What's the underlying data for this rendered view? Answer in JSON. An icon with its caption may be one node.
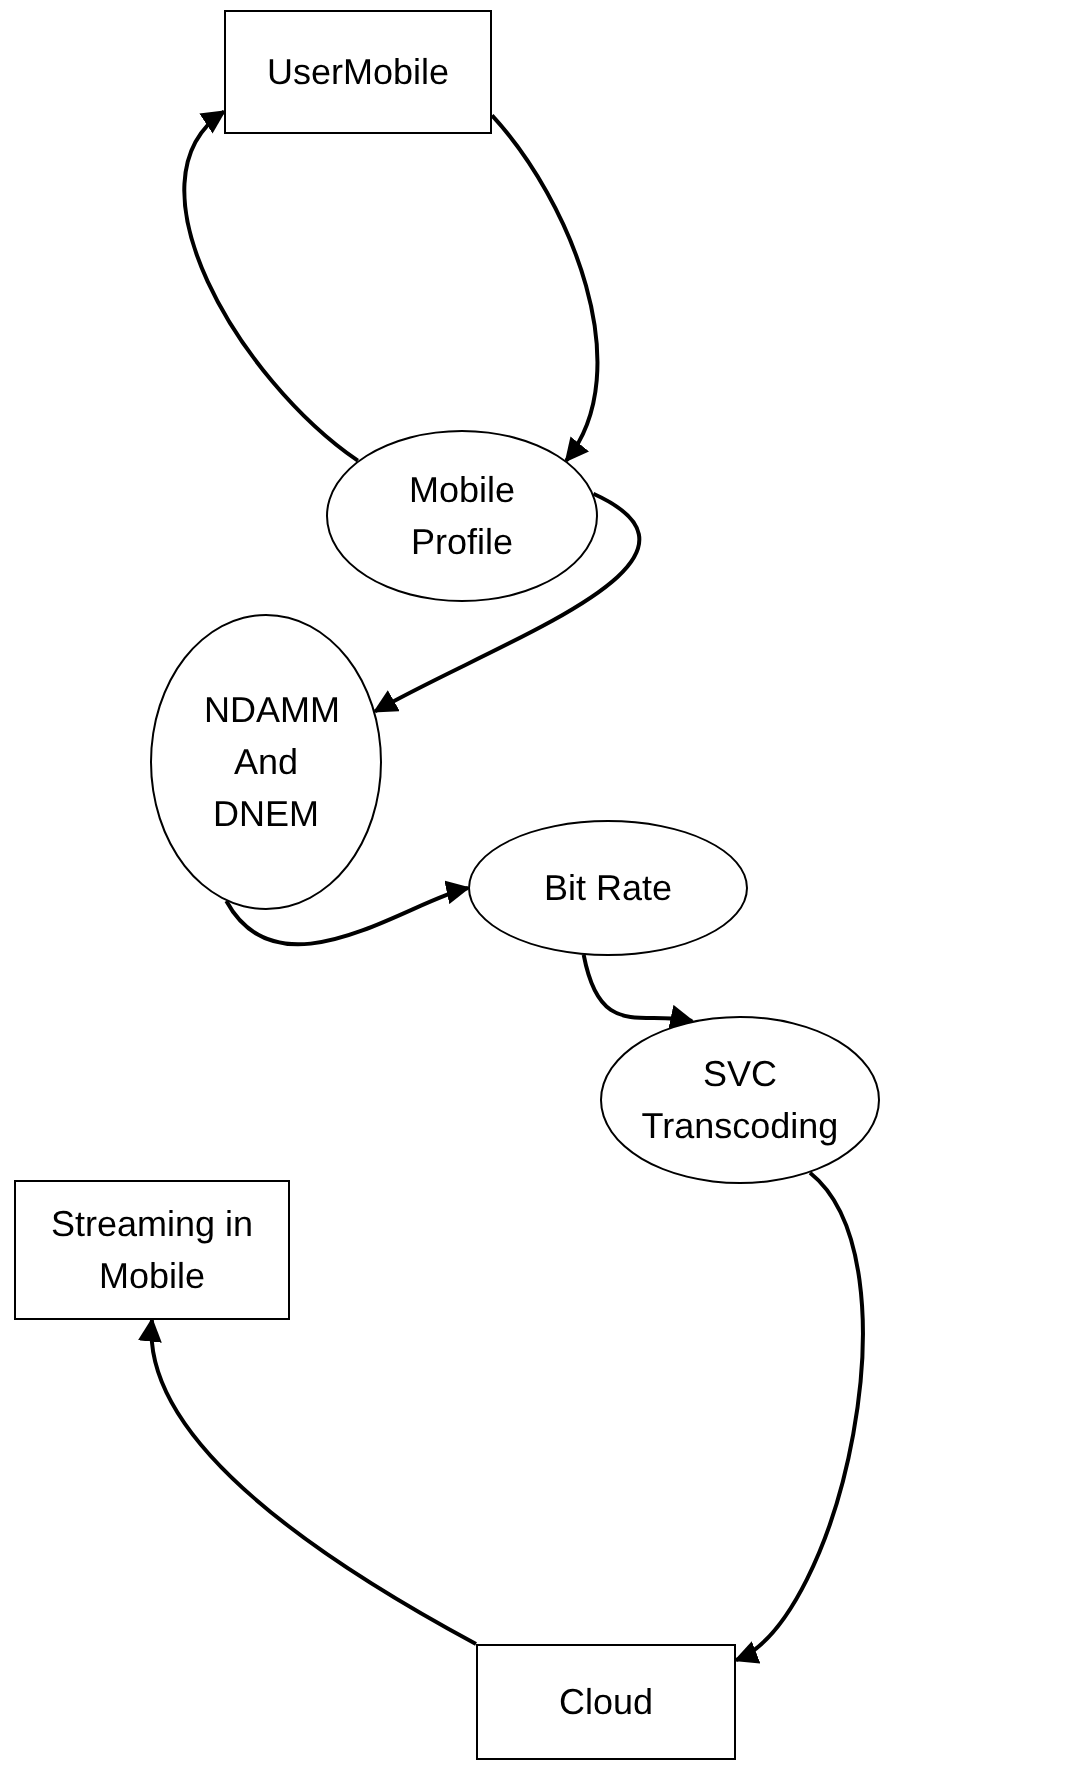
{
  "diagram": {
    "nodes": [
      {
        "text": [
          "UserMobile"
        ]
      },
      {
        "text": [
          "Mobile Profile"
        ]
      },
      {
        "text": [
          "NDAMM And DNEM"
        ]
      },
      {
        "text": [
          "Bit Rate"
        ]
      },
      {
        "text": [
          "SVC Transcoding"
        ]
      },
      {
        "text": [
          "Streaming in Mobile"
        ]
      },
      {
        "text": [
          "Cloud"
        ]
      }
    ],
    "edges": [
      {
        "from": 0,
        "to": 1,
        "arrow": "to"
      },
      {
        "from": 1,
        "to": 0,
        "arrow": "to"
      },
      {
        "from": 1,
        "to": 2,
        "arrow": "to"
      },
      {
        "from": 2,
        "to": 3,
        "arrow": "to"
      },
      {
        "from": 3,
        "to": 4,
        "arrow": "to"
      },
      {
        "from": 4,
        "to": 6,
        "arrow": "to"
      },
      {
        "from": 6,
        "to": 5,
        "arrow": "to"
      }
    ]
  }
}
